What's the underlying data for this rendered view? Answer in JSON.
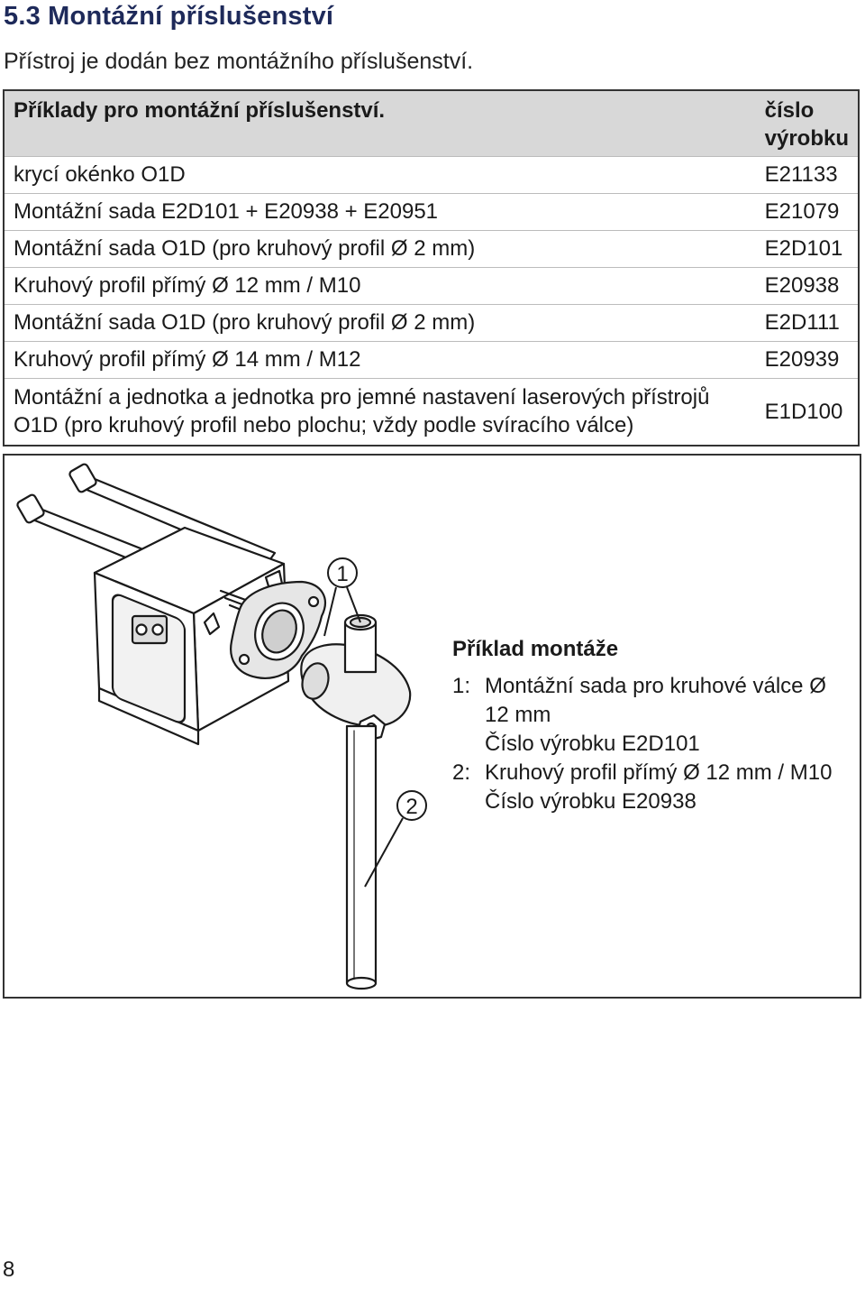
{
  "section": {
    "title": "5.3 Montážní příslušenství",
    "intro": "Přístroj je dodán bez montážního příslušenství."
  },
  "table": {
    "header": {
      "description": "Příklady pro montážní příslušenství.",
      "code": "číslo výrobku"
    },
    "rows": [
      {
        "description": "krycí okénko O1D",
        "code": "E21133"
      },
      {
        "description": "Montážní sada E2D101 + E20938 + E20951",
        "code": "E21079"
      },
      {
        "description": "Montážní sada O1D (pro kruhový profil Ø 2 mm)",
        "code": "E2D101"
      },
      {
        "description": "Kruhový profil přímý Ø 12 mm / M10",
        "code": "E20938"
      },
      {
        "description": "Montážní sada O1D (pro kruhový profil Ø 2 mm)",
        "code": "E2D111"
      },
      {
        "description": "Kruhový profil přímý Ø 14 mm / M12",
        "code": "E20939"
      },
      {
        "description": "Montážní a jednotka a jednotka pro jemné nastavení laserových přístrojů O1D (pro kruhový profil nebo plochu; vždy podle svíracího válce)",
        "code": "E1D100"
      }
    ]
  },
  "figure": {
    "callout_1": "1",
    "callout_2": "2",
    "legend": {
      "title": "Příklad montáže",
      "items": [
        {
          "num": "1:",
          "text": "Montážní sada pro kruhové válce Ø 12 mm",
          "code_line": "Číslo výrobku E2D101"
        },
        {
          "num": "2:",
          "text": "Kruhový profil přímý Ø 12 mm / M10",
          "code_line": "Číslo výrobku E20938"
        }
      ]
    }
  },
  "page_number": "8"
}
